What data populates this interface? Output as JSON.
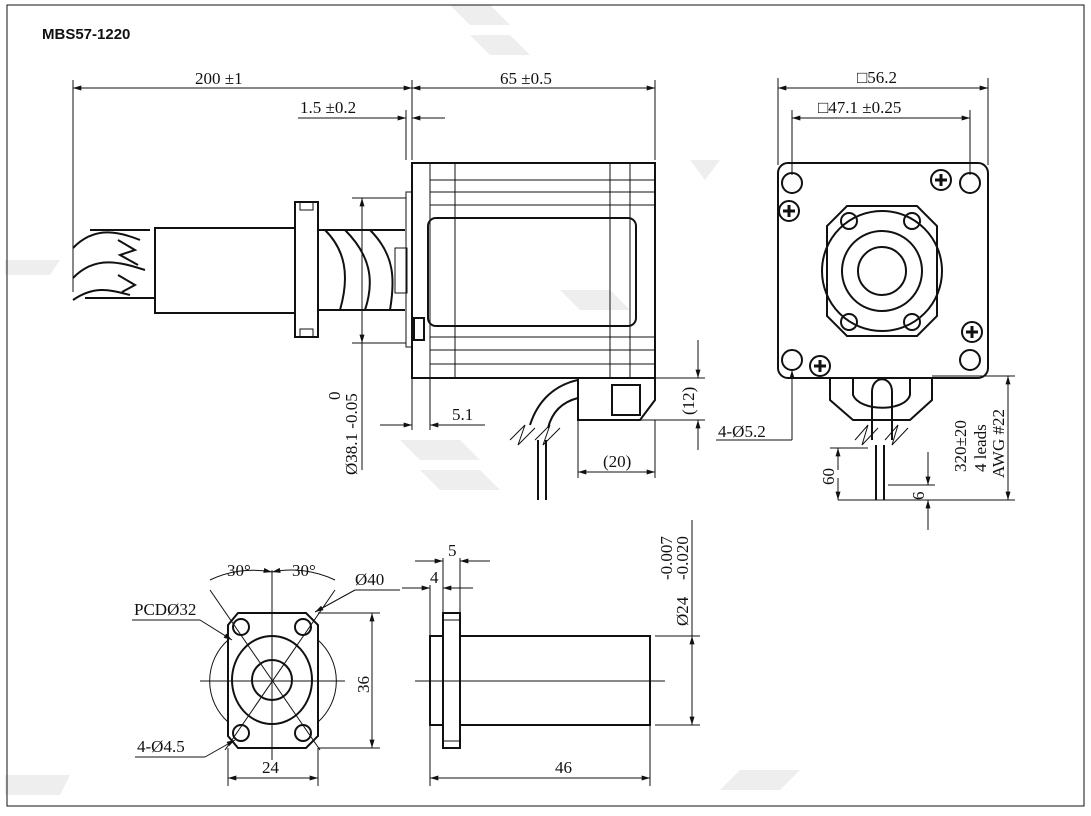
{
  "title": "MBS57-1220",
  "screw_view": {
    "overall_length": "200 ±1",
    "motor_length": "65 ±0.5",
    "flange_thickness": "1.5 ±0.2",
    "pilot_diameter": "Ø38.1 -0.05",
    "pilot_diameter_upper_tol": "0",
    "pilot_depth": "5.1",
    "cable_exit_height": "(12)",
    "cable_exit_length": "(20)"
  },
  "front_view": {
    "outer_square": "□56.2",
    "hole_spacing": "□47.1 ±0.25",
    "mounting_holes": "4-Ø5.2",
    "lead_length": "320±20",
    "lead_count": "4 leads",
    "wire_gauge": "AWG #22",
    "strip_length_outer": "60",
    "strip_length_inner": "6"
  },
  "nut_front_view": {
    "angle_left": "30°",
    "angle_right": "30°",
    "flange_diameter": "Ø40",
    "pcd": "PCDØ32",
    "holes": "4-Ø4.5",
    "height": "36",
    "width": "24"
  },
  "nut_side_view": {
    "flange_width": "5",
    "stub_length": "4",
    "body_diameter": "Ø24",
    "tol_upper": "-0.007",
    "tol_lower": "-0.020",
    "length": "46"
  }
}
